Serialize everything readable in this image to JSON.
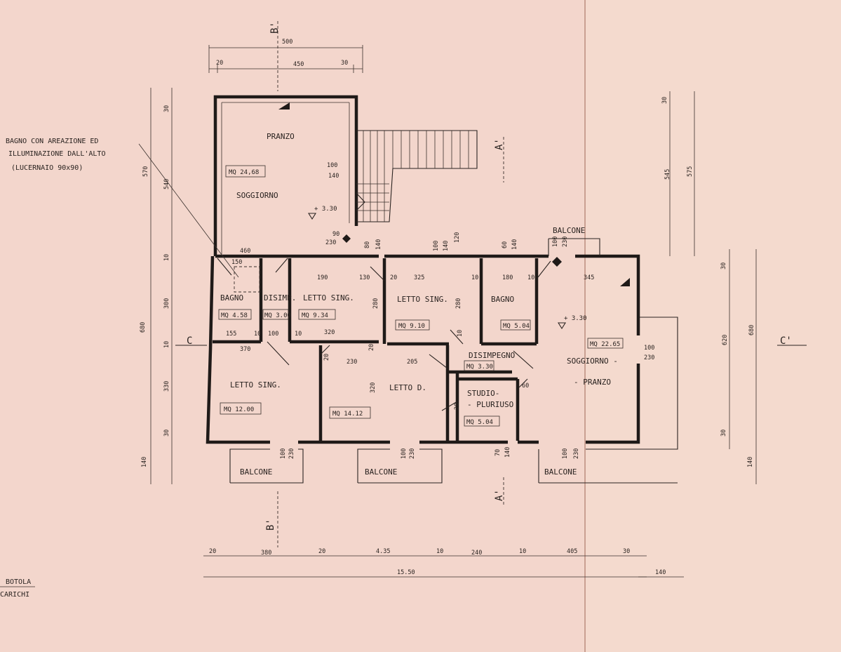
{
  "sheet": {
    "paper_color": "#f3d6cc",
    "ink_color": "#1f1a18"
  },
  "notes": {
    "bagno_line1": "BAGNO CON AREAZIONE ED",
    "bagno_line2": "ILLUMINAZIONE DALL'ALTO",
    "bagno_line3": "(LUCERNAIO 90x90)",
    "botola_line1": "BOTOLA",
    "botola_line2": "CARICHI"
  },
  "rooms": {
    "pranzo": "PRANZO",
    "soggiorno": "SOGGIORNO",
    "bagno_w": "BAGNO",
    "disimp_w": "DISIMP.",
    "letto_sing_1": "LETTO SING.",
    "letto_sing_2": "LETTO SING.",
    "bagno_e": "BAGNO",
    "soggiorno_pranzo_1": "SOGGIORNO -",
    "soggiorno_pranzo_2": "- PRANZO",
    "disimpegno": "DISIMPEGNO",
    "letto_sing_3": "LETTO SING.",
    "letto_d": "LETTO D.",
    "studio_1": "STUDIO-",
    "studio_2": "- PLURIUSO",
    "balcone_ne": "BALCONE",
    "balcone_s1": "BALCONE",
    "balcone_s2": "BALCONE",
    "balcone_s3": "BALCONE"
  },
  "areas": {
    "pranzo": "MQ 24,68",
    "bagno_w": "MQ 4.58",
    "disimp_w": "MQ 3.00",
    "letto_sing_1": "MQ 9.34",
    "letto_sing_2": "MQ 9.10",
    "bagno_e": "MQ 5.04",
    "soggiorno_pranzo": "MQ 22.65",
    "disimpegno": "MQ 3.30",
    "letto_sing_3": "MQ 12.00",
    "letto_d": "MQ 14.12",
    "studio": "MQ 5.04"
  },
  "levels": {
    "pranzo": "+ 3.30",
    "soggiorno": "+ 3.30"
  },
  "sections": {
    "b_top": "B'",
    "b_bottom": "B'",
    "a_top": "A'",
    "a_bottom": "A'",
    "c_left": "C",
    "c_right": "C'"
  },
  "dims": {
    "top_total": "500",
    "top_left": "20",
    "top_mid": "450",
    "top_right": "30",
    "bottom_total": "15.50",
    "b1": "20",
    "b2": "380",
    "b3": "20",
    "b4": "4.35",
    "b5": "10",
    "b6": "240",
    "b7": "10",
    "b8": "405",
    "b9": "30",
    "b_ext": "140",
    "left_30": "30",
    "left_540": "540",
    "left_570": "570",
    "left_10": "10",
    "left_300": "300",
    "left_680": "680",
    "left_10b": "10",
    "left_330": "330",
    "left_30b": "30",
    "left_140": "140",
    "right_30": "30",
    "right_545": "545",
    "right_575": "575",
    "right_30b": "30",
    "right_620": "620",
    "right_680": "680",
    "right_30c": "30",
    "right_140": "140",
    "in_460": "460",
    "in_150": "150",
    "in_155": "155",
    "in_10a": "10",
    "in_100a": "100",
    "in_10b": "10",
    "in_370": "370",
    "in_190": "190",
    "in_130": "130",
    "in_320": "320",
    "in_280a": "280",
    "in_20": "20",
    "in_325": "325",
    "in_280b": "280",
    "in_10c": "10",
    "in_180": "180",
    "in_10d": "10",
    "in_345": "345",
    "in_230a": "230",
    "in_205": "205",
    "in_320b": "320",
    "in_20b": "20",
    "in_20c": "20",
    "in_20d": "20",
    "in_60": "60",
    "in_10e": "10",
    "w_100_140": "100",
    "w_140": "140",
    "w_90": "90",
    "w_230": "230",
    "w_80": "80",
    "w_140b": "140",
    "w_100b": "100",
    "w_140c": "140",
    "w_120": "120",
    "w_60": "60",
    "w_140d": "140",
    "w_100c": "100",
    "w_230b": "230",
    "w_100d": "100",
    "w_230c": "230",
    "w_100e": "100",
    "w_230d": "230",
    "w_70": "70",
    "w_140e": "140",
    "w_100f": "100",
    "w_230e": "230",
    "w_100g": "100",
    "w_230f": "230"
  }
}
